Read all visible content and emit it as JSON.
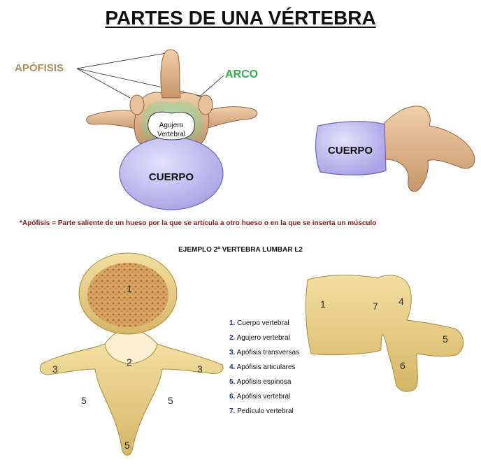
{
  "title": "PARTES DE UNA VÉRTEBRA",
  "labels": {
    "apofisis": "APÓFISIS",
    "arco": "ARCO",
    "agujero_line1": "Agujero",
    "agujero_line2": "Vertebral",
    "cuerpo_top": "CUERPO",
    "cuerpo_side": "CUERPO"
  },
  "note": "*Apófisis = Parte saliente de un hueso por la que se articula a otro hueso o en la que se inserta un músculo",
  "example_title": "EJEMPLO 2ª VERTEBRA LUMBAR L2",
  "legend": [
    {
      "num": "1.",
      "text": "Cuerpo vertebral"
    },
    {
      "num": "2.",
      "text": "Agujero vertebral"
    },
    {
      "num": "3.",
      "text": "Apófisis transversas"
    },
    {
      "num": "4.",
      "text": "Apófisis articulares"
    },
    {
      "num": "5.",
      "text": "Apófisis espinosa"
    },
    {
      "num": "6.",
      "text": "Apófisis vertebral"
    },
    {
      "num": "7.",
      "text": "Pedículo vertebral"
    }
  ],
  "photo_numbers": {
    "top": [
      "1",
      "2",
      "3",
      "3",
      "5",
      "5",
      "5"
    ],
    "side": [
      "1",
      "7",
      "4",
      "5",
      "6"
    ]
  },
  "colors": {
    "bone": "#e0b98f",
    "bone_dark": "#b8875c",
    "body_purple": "#c8c3f0",
    "arch_green": "#7fdca0",
    "photo_bone": "#e8cf85",
    "photo_bone_dark": "#b89a48",
    "legend_number": "#1e2fa8"
  }
}
